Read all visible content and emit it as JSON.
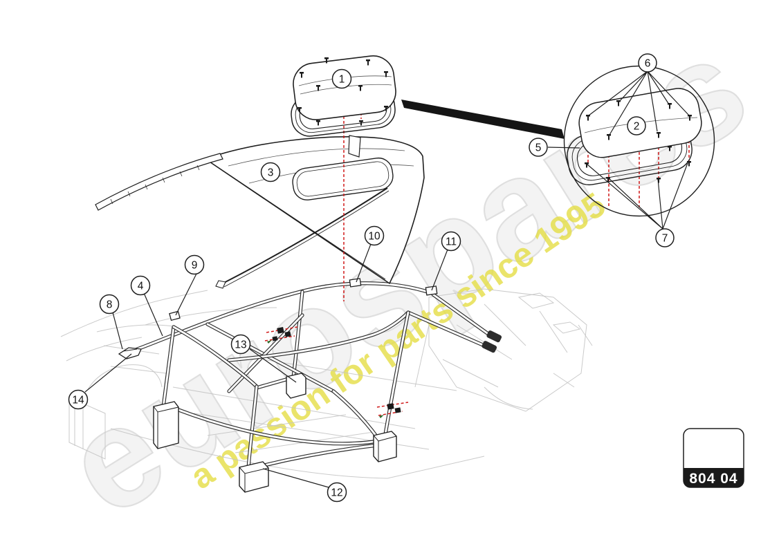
{
  "diagram": {
    "type": "exploded-parts-diagram",
    "subject": "roof panel, hatch and roll-cage assembly over ghosted chassis"
  },
  "watermark": {
    "brand": "eurospares",
    "tagline": "a passion for parts since 1995",
    "brand_color": "#f3f3f3",
    "tagline_color": "#e5de45"
  },
  "badge": {
    "code": "804 04",
    "band_color": "#1a1a1a",
    "text_color": "#ffffff"
  },
  "colors": {
    "line_art": "#1f1f1f",
    "alignment_red": "#d01818",
    "ghost_chassis": "#c4c4c4"
  },
  "callouts": [
    {
      "label": "1"
    },
    {
      "label": "2"
    },
    {
      "label": "3"
    },
    {
      "label": "4"
    },
    {
      "label": "5"
    },
    {
      "label": "6"
    },
    {
      "label": "7"
    },
    {
      "label": "8"
    },
    {
      "label": "9"
    },
    {
      "label": "10"
    },
    {
      "label": "11"
    },
    {
      "label": "12"
    },
    {
      "label": "13"
    },
    {
      "label": "14"
    }
  ]
}
